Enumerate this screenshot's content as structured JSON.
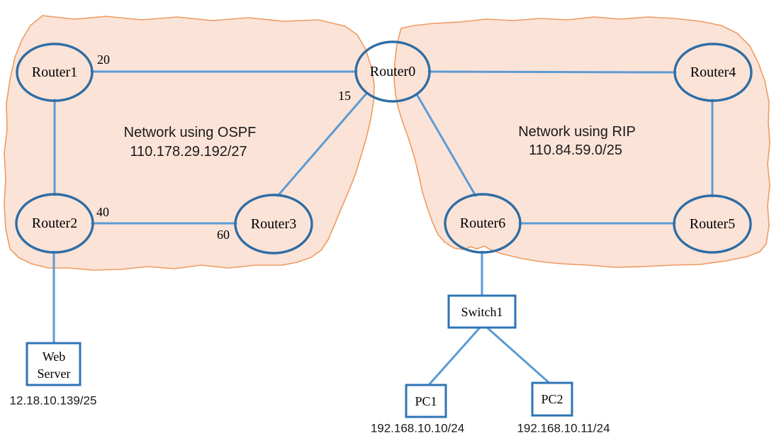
{
  "regions": {
    "ospf": {
      "title": "Network using OSPF",
      "subnet": "110.178.29.192/27"
    },
    "rip": {
      "title": "Network using RIP",
      "subnet": "110.84.59.0/25"
    }
  },
  "nodes": {
    "router0": {
      "label": "Router0"
    },
    "router1": {
      "label": "Router1"
    },
    "router2": {
      "label": "Router2"
    },
    "router3": {
      "label": "Router3"
    },
    "router4": {
      "label": "Router4"
    },
    "router5": {
      "label": "Router5"
    },
    "router6": {
      "label": "Router6"
    },
    "web_server": {
      "line1": "Web",
      "line2": "Server",
      "ip": "12.18.10.139/25"
    },
    "switch1": {
      "label": "Switch1"
    },
    "pc1": {
      "label": "PC1",
      "ip": "192.168.10.10/24"
    },
    "pc2": {
      "label": "PC2",
      "ip": "192.168.10.11/24"
    }
  },
  "edge_labels": {
    "router1_router0": "20",
    "router0_router3": "15",
    "router2_router3_near_router2": "40",
    "router2_router3_near_router3": "60"
  },
  "links": [
    "Router1-Router0",
    "Router0-Router4",
    "Router1-Router2",
    "Router2-Router3",
    "Router0-Router3",
    "Router0-Router6",
    "Router4-Router5",
    "Router6-Router5",
    "Router2-WebServer",
    "Router6-Switch1",
    "Switch1-PC1",
    "Switch1-PC2"
  ],
  "colors": {
    "region_fill": "#fce3d7",
    "region_stroke": "#ed9b60",
    "link_blue": "#5b9bd5",
    "node_stroke": "#2e6da4",
    "box_stroke": "#2e74b5",
    "text": "#000000"
  }
}
